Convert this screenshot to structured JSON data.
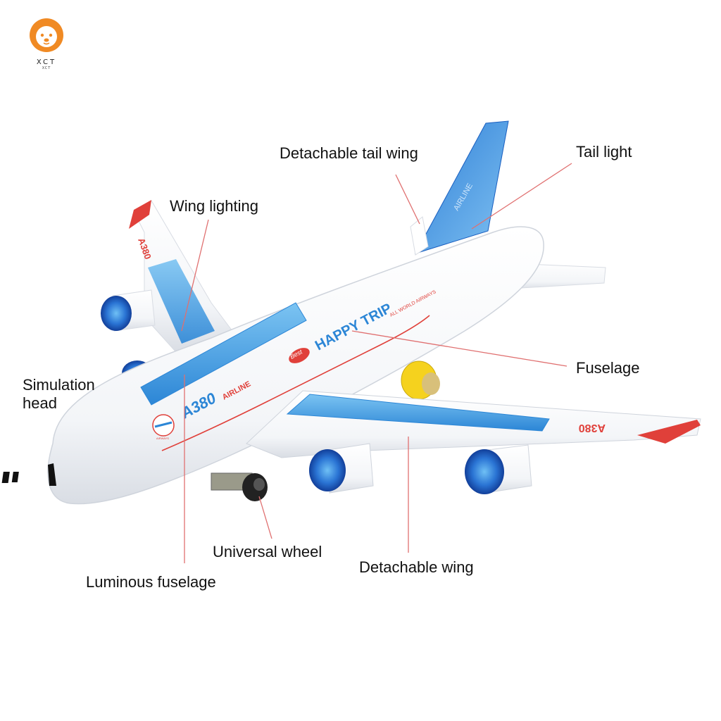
{
  "brand": {
    "name": "XCT",
    "sub": "XCT"
  },
  "colors": {
    "label_text": "#111111",
    "leader_line": "#e07070",
    "body": "#ffffff",
    "body_shade": "#e6e9ee",
    "glow_blue": "#4ea8e8",
    "deep_blue": "#1a5fc0",
    "tail_red": "#e0403a",
    "wheel_yellow": "#f5d21e",
    "logo_orange": "#f08a24"
  },
  "callouts": {
    "detachable_tail_wing": "Detachable tail wing",
    "tail_light": "Tail light",
    "wing_lighting": "Wing lighting",
    "simulation_head_1": "Simulation",
    "simulation_head_2": "head",
    "fuselage": "Fuselage",
    "universal_wheel": "Universal wheel",
    "detachable_wing": "Detachable wing",
    "luminous_fuselage": "Luminous fuselage"
  },
  "toy_markings": {
    "model": "A380",
    "airline": "AIRLINE",
    "slogan": "HAPPY TRIP",
    "best": "Best",
    "world": "ALL WORLD AIRWAYS",
    "wing_model": "A380",
    "tail_airline": "AIRLINE",
    "airways": "AIRWAYS"
  }
}
